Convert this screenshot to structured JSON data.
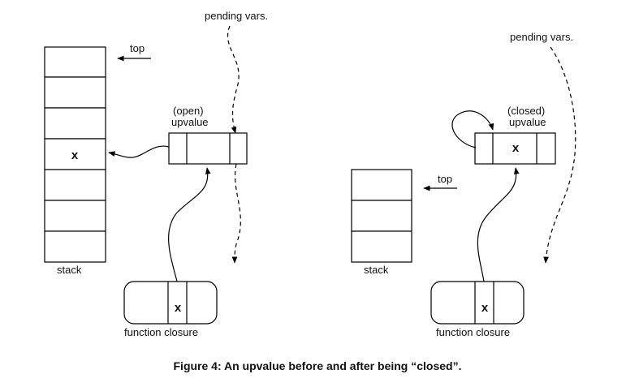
{
  "left_panel": {
    "pending_label": "pending vars.",
    "top_label": "top",
    "upvalue_state": "(open)",
    "upvalue_label": "upvalue",
    "stack_cell_value": "x",
    "stack_label": "stack",
    "closure_cell_value": "x",
    "closure_label": "function closure"
  },
  "right_panel": {
    "pending_label": "pending vars.",
    "top_label": "top",
    "upvalue_state": "(closed)",
    "upvalue_label": "upvalue",
    "upvalue_cell_value": "x",
    "stack_label": "stack",
    "closure_cell_value": "x",
    "closure_label": "function closure"
  },
  "caption": "Figure 4: An upvalue before and after being “closed”."
}
